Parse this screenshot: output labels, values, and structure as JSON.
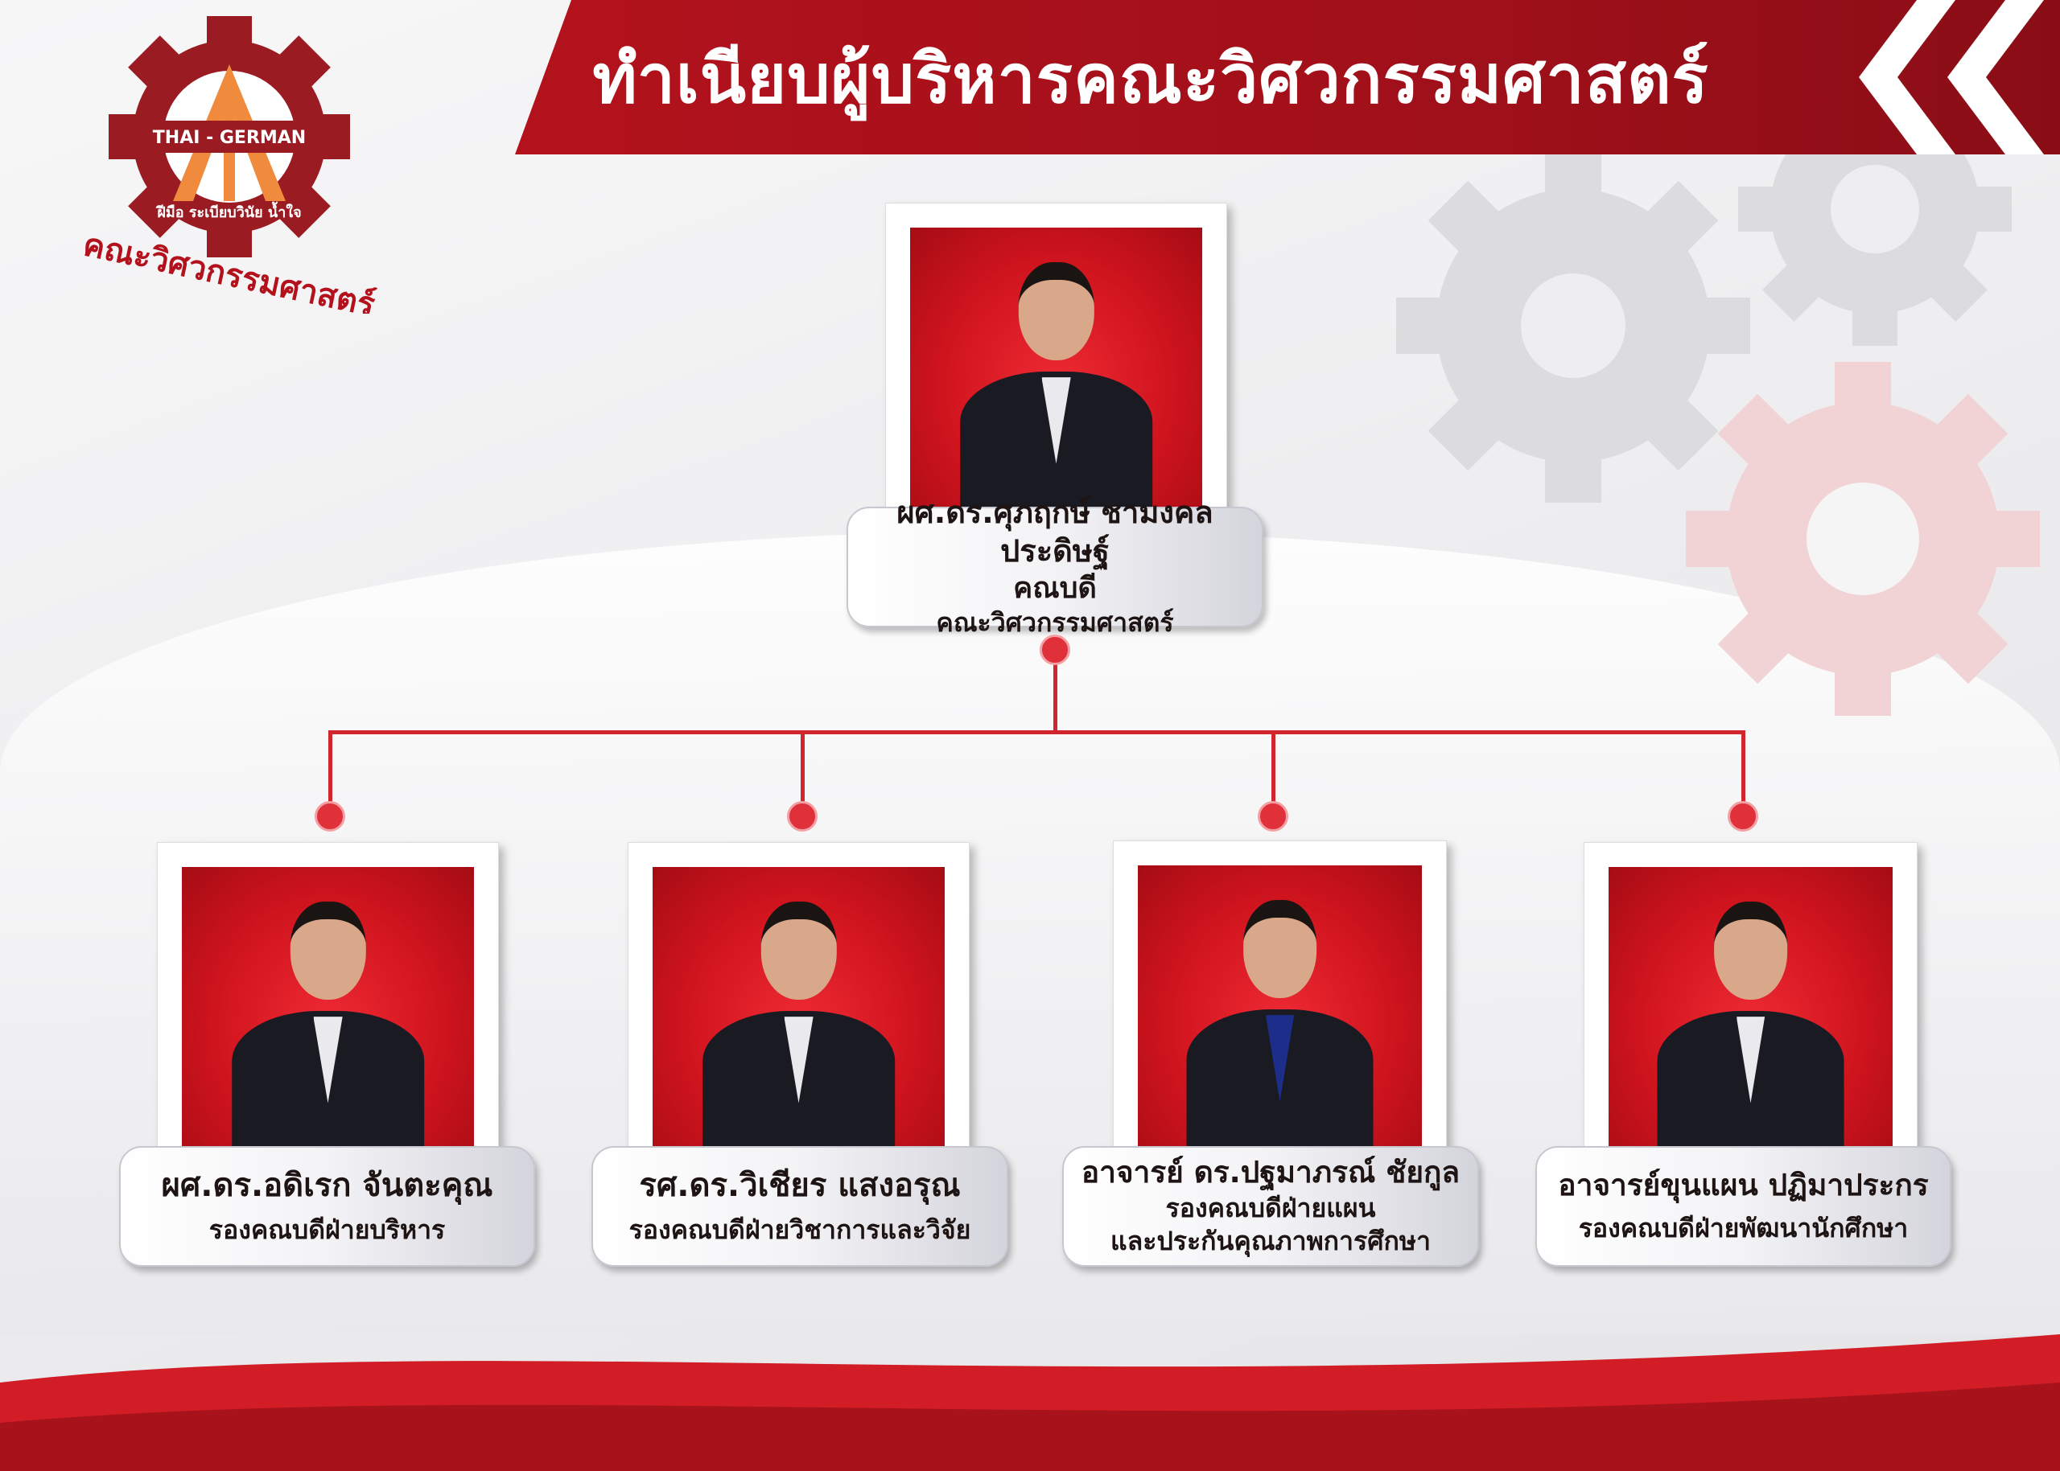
{
  "header": {
    "title": "ทำเนียบผู้บริหารคณะวิศวกรรมศาสตร์"
  },
  "logo": {
    "band_text": "THAI - GERMAN",
    "motto": "ฝีมือ ระเบียบวินัย น้ำใจ",
    "faculty": "คณะวิศวกรรมศาสตร์"
  },
  "dean": {
    "name": "ผศ.ดร.ศุภฤกษ์ ชามงคลประดิษฐ์",
    "role": "คณบดี",
    "unit": "คณะวิศวกรรมศาสตร์"
  },
  "deputies": [
    {
      "name": "ผศ.ดร.อดิเรก จันตะคุณ",
      "role": "รองคณบดีฝ่ายบริหาร",
      "role2": ""
    },
    {
      "name": "รศ.ดร.วิเชียร แสงอรุณ",
      "role": "รองคณบดีฝ่ายวิชาการและวิจัย",
      "role2": ""
    },
    {
      "name": "อาจารย์ ดร.ปฐมาภรณ์ ชัยกูล",
      "role": "รองคณบดีฝ่ายแผน",
      "role2": "และประกันคุณภาพการศึกษา"
    },
    {
      "name": "อาจารย์ขุนแผน ปฏิมาประกร",
      "role": "รองคณบดีฝ่ายพัฒนานักศึกษา",
      "role2": ""
    }
  ],
  "colors": {
    "brand_red": "#b3121c",
    "logo_orange": "#f08a3c"
  }
}
